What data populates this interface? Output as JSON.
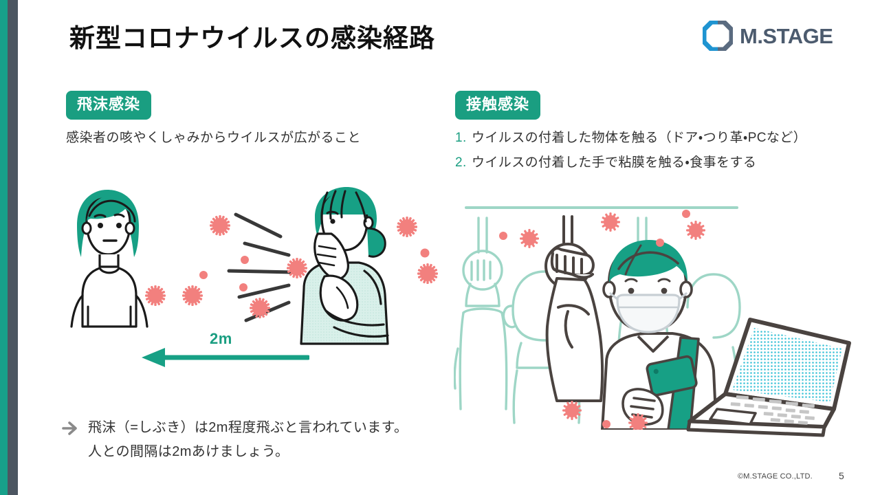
{
  "slide": {
    "title": "新型コロナウイルスの感染経路",
    "page_number": "5",
    "copyright": "©M.STAGE CO.,LTD.",
    "accent_green": "#1a9e81",
    "accent_gray": "#4c5661",
    "virus_color": "#f2807e",
    "mint_color": "#9ed6c6"
  },
  "logo": {
    "text": "M.STAGE",
    "mark_blue": "#1f94d1",
    "mark_gray": "#5a6b80"
  },
  "left_section": {
    "badge": "飛沫感染",
    "lead": "感染者の咳やくしゃみからウイルスが広がること",
    "distance_label": "2m",
    "note_line1": "飛沫（=しぶき）は2m程度飛ぶと言われています。",
    "note_line2": "人との間隔は2mあけましょう。"
  },
  "right_section": {
    "badge": "接触感染",
    "items": [
      {
        "num": "1.",
        "text": "ウイルスの付着した物体を触る（ドア・つり革・PCなど）"
      },
      {
        "num": "2.",
        "text": "ウイルスの付着した手で粘膜を触る・食事をする"
      }
    ]
  }
}
